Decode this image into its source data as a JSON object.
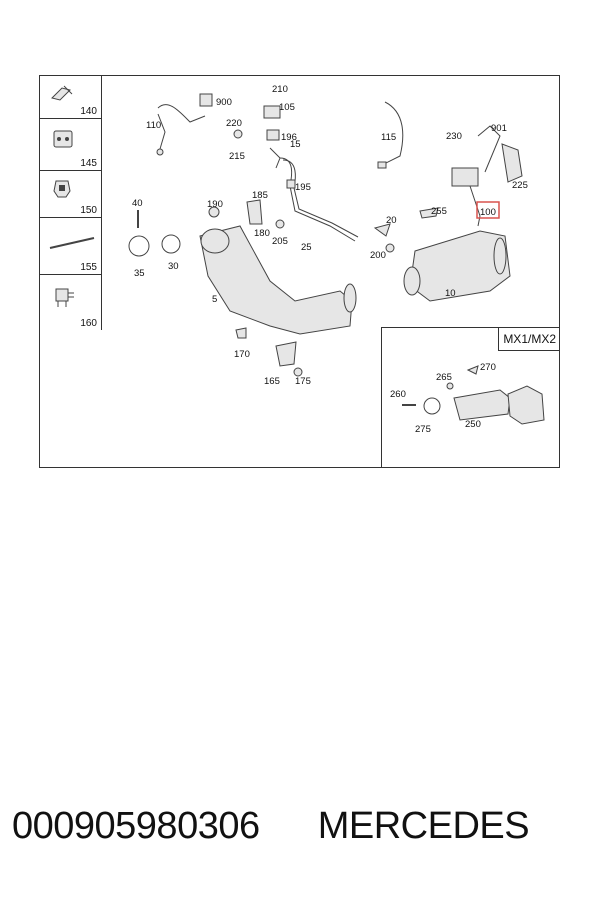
{
  "diagram": {
    "side_items": [
      {
        "label": "140"
      },
      {
        "label": "145"
      },
      {
        "label": "150"
      },
      {
        "label": "155"
      },
      {
        "label": "160"
      }
    ],
    "callouts": [
      {
        "id": "900"
      },
      {
        "id": "210"
      },
      {
        "id": "205"
      },
      {
        "id": "110"
      },
      {
        "id": "105"
      },
      {
        "id": "220"
      },
      {
        "id": "196"
      },
      {
        "id": "215"
      },
      {
        "id": "15"
      },
      {
        "id": "195"
      },
      {
        "id": "185"
      },
      {
        "id": "115"
      },
      {
        "id": "230"
      },
      {
        "id": "901"
      },
      {
        "id": "225"
      },
      {
        "id": "40"
      },
      {
        "id": "190"
      },
      {
        "id": "180"
      },
      {
        "id": "25"
      },
      {
        "id": "20"
      },
      {
        "id": "255"
      },
      {
        "id": "100"
      },
      {
        "id": "200"
      },
      {
        "id": "35"
      },
      {
        "id": "30"
      },
      {
        "id": "10"
      },
      {
        "id": "5"
      },
      {
        "id": "170"
      },
      {
        "id": "165"
      },
      {
        "id": "175"
      }
    ],
    "highlight_color": "#d9534f",
    "inset": {
      "title": "MX1/MX2",
      "callouts": [
        {
          "id": "270"
        },
        {
          "id": "265"
        },
        {
          "id": "260"
        },
        {
          "id": "275"
        },
        {
          "id": "250"
        }
      ]
    }
  },
  "footer": {
    "part_number": "000905980306",
    "brand": "MERCEDES"
  }
}
